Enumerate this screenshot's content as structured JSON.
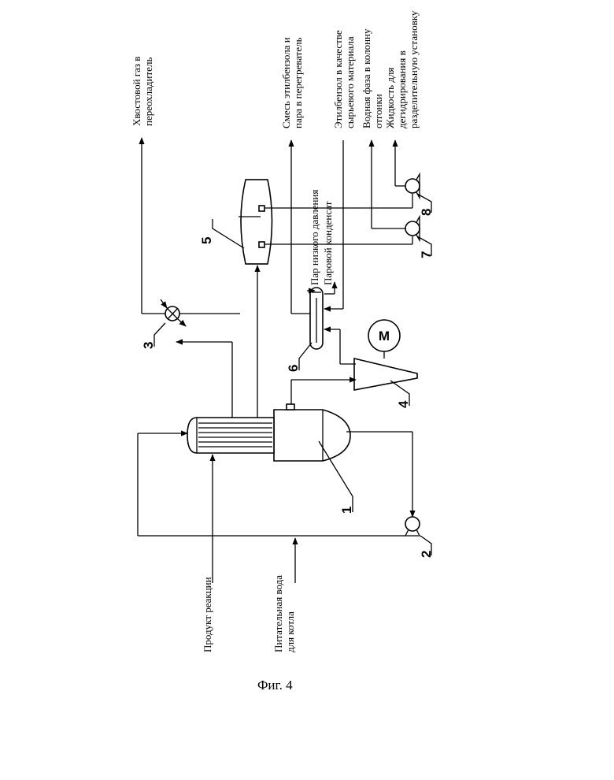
{
  "labels": {
    "tail_gas": "Хвостовой газ в",
    "tail_gas_2": "переохладитель",
    "mix": "Смесь этилбензола и",
    "mix_2": "пара в перегреватель",
    "eb": "Этилбензол в качестве",
    "eb_2": "сырьевого материала",
    "water": "Водная фаза в колонну",
    "water_2": "отгонки",
    "liquid": "Жидкость для",
    "liquid_2": "дегидрирования в",
    "liquid_3": "разделительную установку",
    "low_steam": "Пар низкого давления",
    "condensate": "Паровой конденсат",
    "product": "Продукт реакции",
    "feed_water": "Питательная вода",
    "feed_water_2": "для котла",
    "motor": "M"
  },
  "numbers": [
    "1",
    "2",
    "3",
    "4",
    "5",
    "6",
    "7",
    "8"
  ],
  "caption": "Фиг. 4"
}
